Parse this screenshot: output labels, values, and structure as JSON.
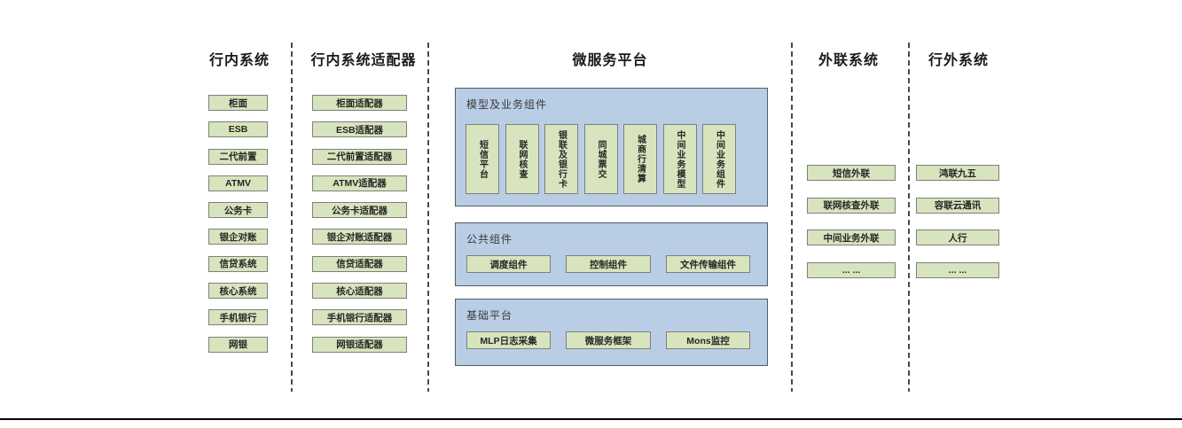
{
  "diagram": {
    "columns": [
      {
        "title": "行内系统",
        "items": [
          "柜面",
          "ESB",
          "二代前置",
          "ATMV",
          "公务卡",
          "银企对账",
          "信贷系统",
          "核心系统",
          "手机银行",
          "网银"
        ]
      },
      {
        "title": "行内系统适配器",
        "items": [
          "柜面适配器",
          "ESB适配器",
          "二代前置适配器",
          "ATMV适配器",
          "公务卡适配器",
          "银企对账适配器",
          "信贷适配器",
          "核心适配器",
          "手机银行适配器",
          "网银适配器"
        ]
      },
      {
        "title": "微服务平台",
        "groups": [
          {
            "title": "模型及业务组件",
            "items": [
              "短信平台",
              "联网核查",
              "银联及银行卡",
              "同城票交",
              "城商行清算",
              "中间业务模型",
              "中间业务组件"
            ]
          },
          {
            "title": "公共组件",
            "items": [
              "调度组件",
              "控制组件",
              "文件传输组件"
            ]
          },
          {
            "title": "基础平台",
            "items": [
              "MLP日志采集",
              "微服务框架",
              "Mons监控"
            ]
          }
        ]
      },
      {
        "title": "外联系统",
        "items": [
          "短信外联",
          "联网核查外联",
          "中间业务外联",
          "... ..."
        ]
      },
      {
        "title": "行外系统",
        "items": [
          "鸿联九五",
          "容联云通讯",
          "人行",
          "... ..."
        ]
      }
    ],
    "colors": {
      "item_fill": "#d7e4bd",
      "item_border": "#7f7f7f",
      "panel_fill": "#b9cde5",
      "panel_border": "#4f5d6b",
      "divider": "#4a4a4a",
      "text": "#262626"
    }
  }
}
